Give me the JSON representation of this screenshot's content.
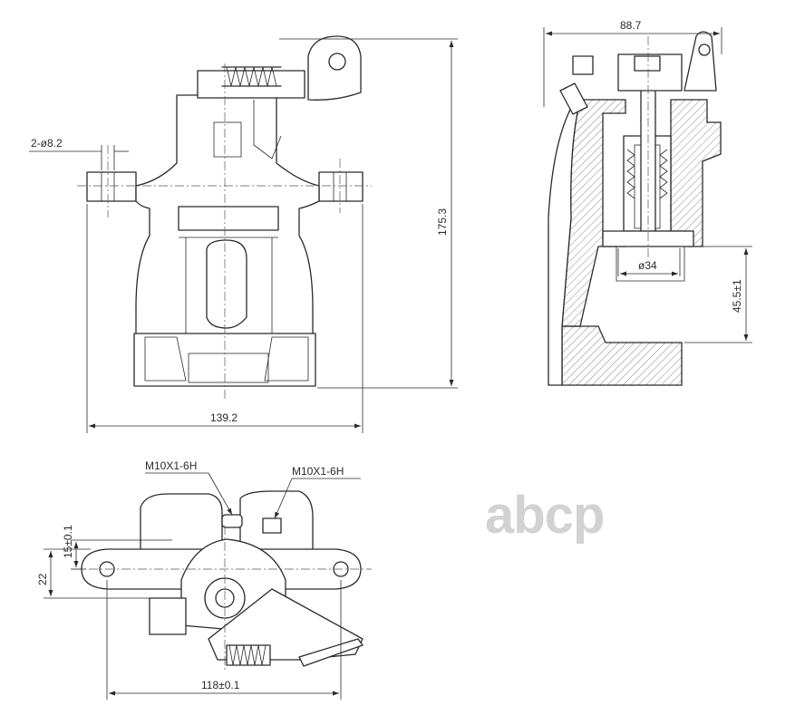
{
  "dimensions": {
    "front_hole": "2-ø8.2",
    "front_height": "175.3",
    "front_width": "139.2",
    "side_width": "88.7",
    "piston_diameter": "ø34",
    "piston_offset": "45.5±1",
    "bottom_thread_left": "M10X1-6H",
    "bottom_thread_right": "M10X1-6H",
    "bottom_offset_a": "15±0.1",
    "bottom_offset_b": "22",
    "bottom_hole_spacing": "118±0.1"
  },
  "watermark": {
    "brand": "abcp"
  },
  "colors": {
    "line": "#2a2a2a",
    "hatch": "#555555",
    "watermark": "#d2d2d2"
  }
}
